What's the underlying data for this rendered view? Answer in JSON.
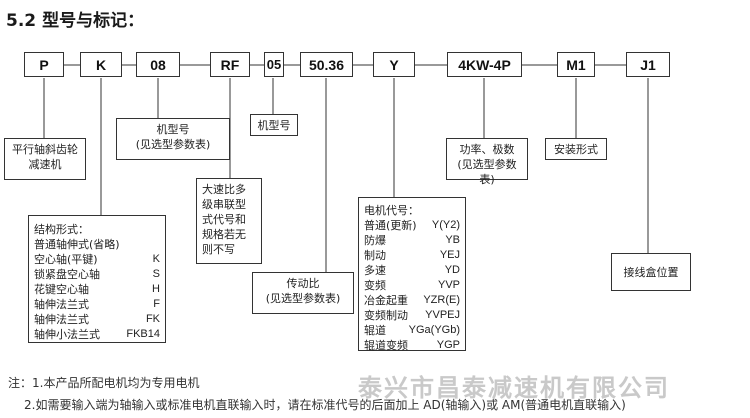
{
  "title": {
    "number": "5.2",
    "text": "型号与标记："
  },
  "codes": [
    "P",
    "K",
    "08",
    "RF",
    "05",
    "50.36",
    "Y",
    "4KW-4P",
    "M1",
    "J1"
  ],
  "desc": {
    "p": [
      "平行轴斜齿轮",
      "减速机"
    ],
    "k_title": "结构形式：",
    "k_rows": [
      [
        "普通轴伸式(省略)",
        ""
      ],
      [
        "空心轴(平键)",
        "K"
      ],
      [
        "锁紧盘空心轴",
        "S"
      ],
      [
        "花键空心轴",
        "H"
      ],
      [
        "轴伸法兰式",
        "F"
      ],
      [
        "轴伸法兰式",
        "FK"
      ],
      [
        "轴伸小法兰式",
        "FKB14"
      ]
    ],
    "frame": [
      "机型号",
      "(见选型参数表)"
    ],
    "rf": [
      "大速比多",
      "级串联型",
      "式代号和",
      "规格若无",
      "则不写"
    ],
    "frame2": [
      "机型号"
    ],
    "ratio": [
      "传动比",
      "(见选型参数表)"
    ],
    "motor_title": "电机代号：",
    "motor_rows": [
      [
        "普通(更新)",
        "Y(Y2)"
      ],
      [
        "防爆",
        "YB"
      ],
      [
        "制动",
        "YEJ"
      ],
      [
        "多速",
        "YD"
      ],
      [
        "变频",
        "YVP"
      ],
      [
        "冶金起重",
        "YZR(E)"
      ],
      [
        "变频制动",
        "YVPEJ"
      ],
      [
        "辊道",
        "YGa(YGb)"
      ],
      [
        "辊道变频",
        "YGP"
      ]
    ],
    "power": [
      "功率、极数",
      "(见选型参数表)"
    ],
    "mount": [
      "安装形式"
    ],
    "jbox": [
      "接线盒位置"
    ]
  },
  "notes": [
    "注：1.本产品所配电机均为专用电机",
    "2.如需要输入端为轴输入或标准电机直联输入时，请在标准代号的后面加上 AD(轴输入)或 AM(普通电机直联输入)"
  ],
  "watermark": "泰兴市昌泰减速机有限公司"
}
